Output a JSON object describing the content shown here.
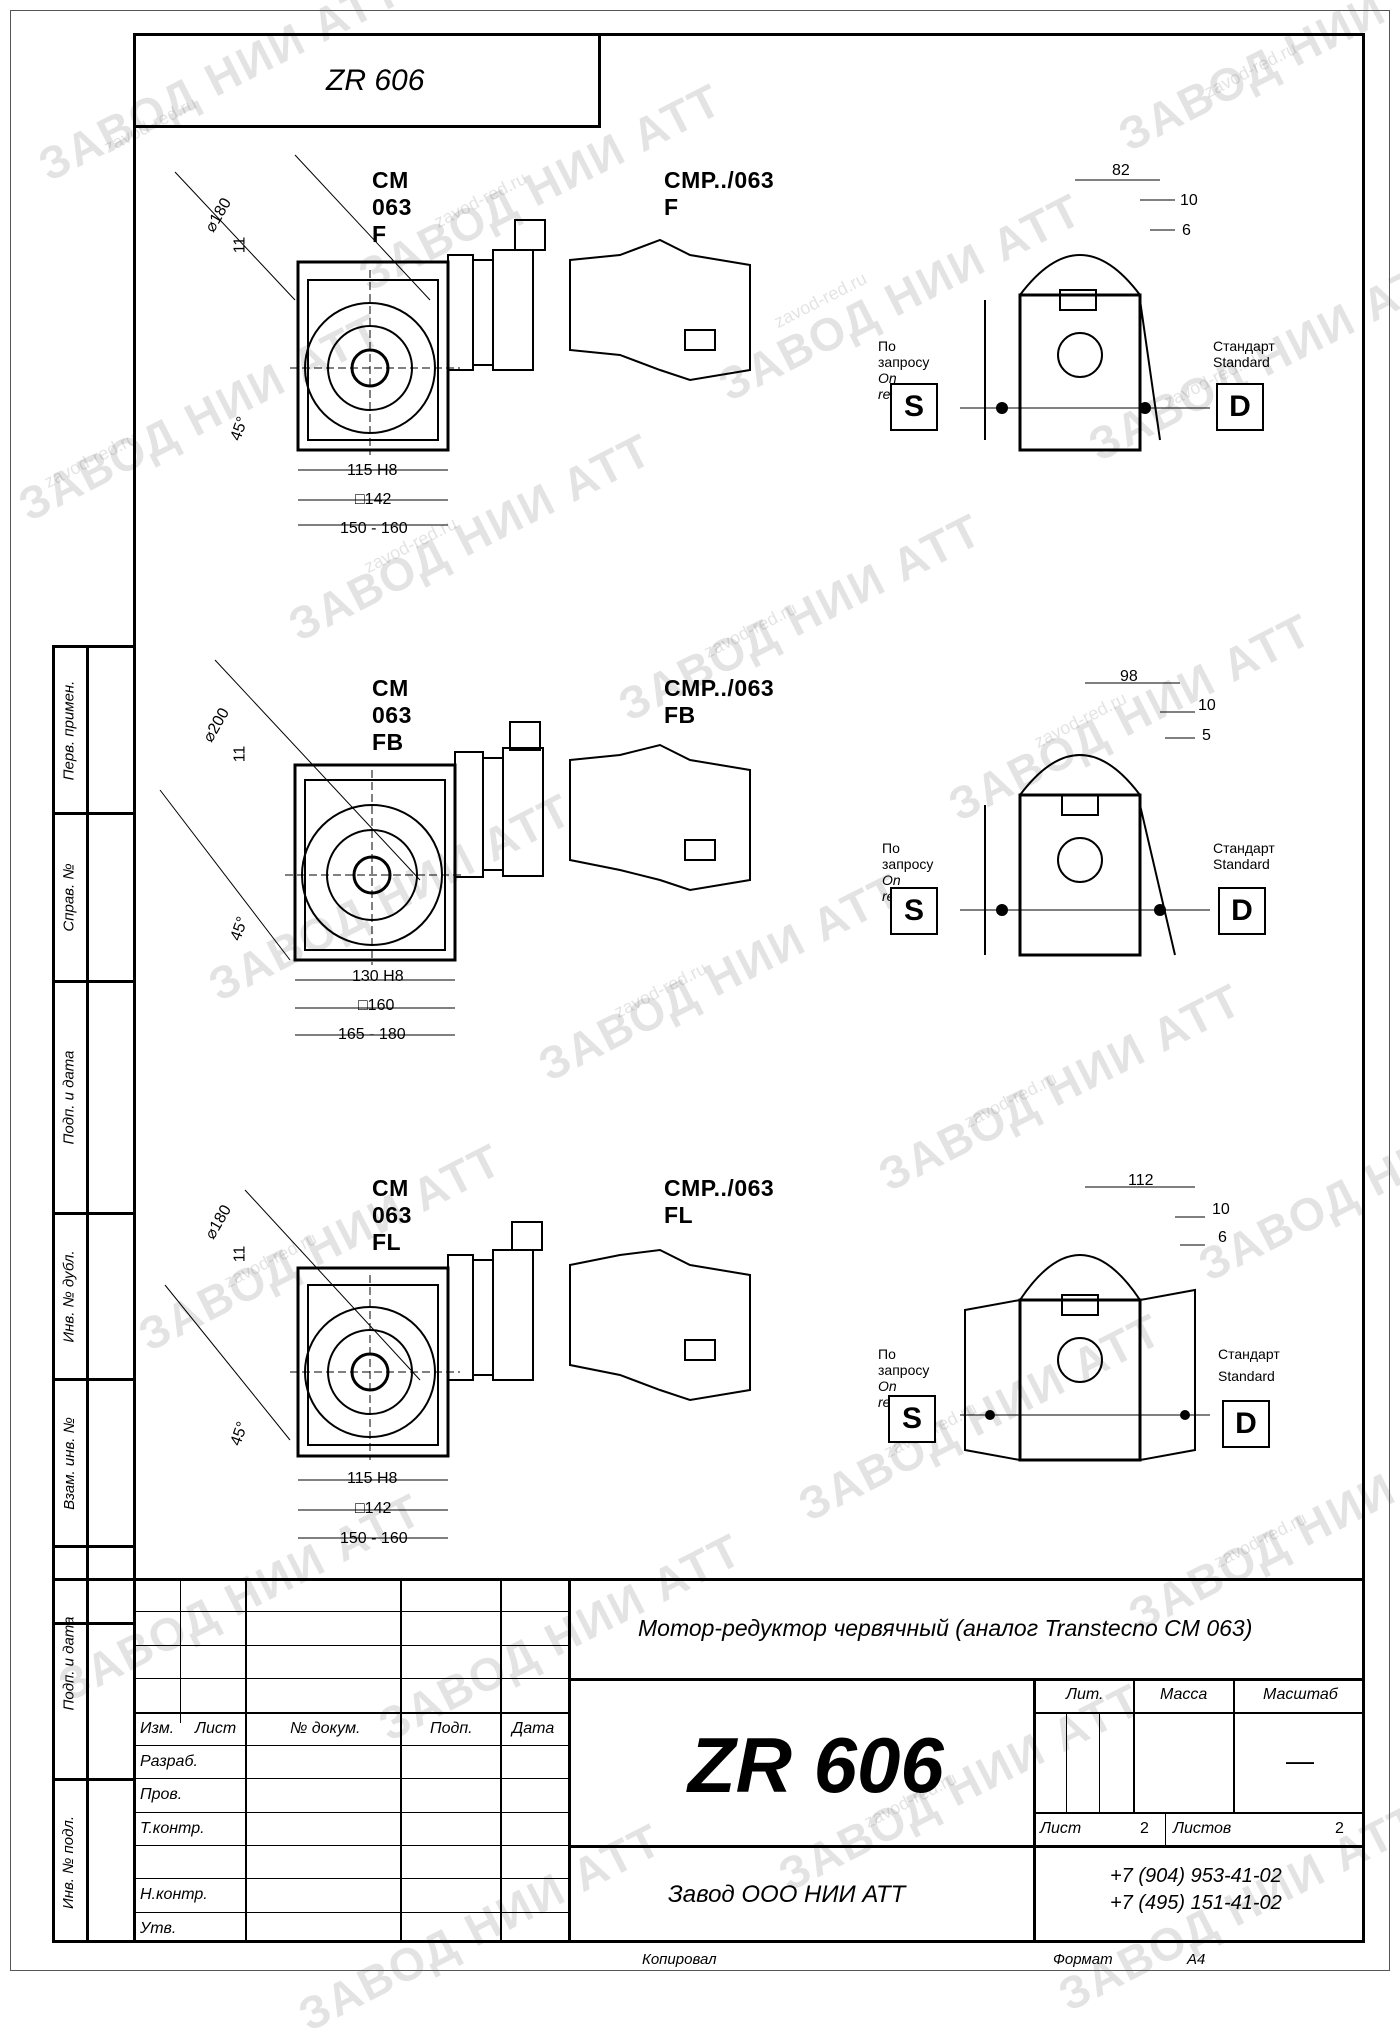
{
  "header": {
    "code": "ZR 606"
  },
  "side_labels": [
    "Перв. примен.",
    "Справ. №",
    "Подп. и дата",
    "Инв. № дубл.",
    "Взам. инв. №",
    "Подп. и дата",
    "Инв. № подл."
  ],
  "drawings": [
    {
      "title_left": "CM 063 F",
      "title_right": "CMP../063 F",
      "diameter": "⌀180",
      "offset": "11",
      "angle": "45°",
      "dim_bore": "115 H8",
      "dim_square": "□142",
      "dim_range": "150 - 160",
      "top_dim": "82",
      "dim_a": "10",
      "dim_b": "6"
    },
    {
      "title_left": "CM 063 FB",
      "title_right": "CMP../063 FB",
      "diameter": "⌀200",
      "offset": "11",
      "angle": "45°",
      "dim_bore": "130 H8",
      "dim_square": "□160",
      "dim_range": "165 - 180",
      "top_dim": "98",
      "dim_a": "10",
      "dim_b": "5"
    },
    {
      "title_left": "CM 063 FL",
      "title_right": "CMP../063 FL",
      "diameter": "⌀180",
      "offset": "11",
      "angle": "45°",
      "dim_bore": "115 H8",
      "dim_square": "□142",
      "dim_range": "150 - 160",
      "top_dim": "112",
      "dim_a": "10",
      "dim_b": "6"
    }
  ],
  "options": {
    "on_request_ru": "По запросу",
    "on_request_en": "On request",
    "standard_ru": "Стандарт",
    "standard_en": "Standard",
    "s_letter": "S",
    "d_letter": "D"
  },
  "title_block": {
    "col_izm": "Изм.",
    "col_list": "Лист",
    "col_doc": "№ докум.",
    "col_podp": "Подп.",
    "col_data": "Дата",
    "row_razrab": "Разраб.",
    "row_prov": "Пров.",
    "row_tkontr": "Т.контр.",
    "row_nkontr": "Н.контр.",
    "row_utv": "Утв.",
    "name": "Мотор-редуктор червячный (аналог Transtecno CM 063)",
    "code": "ZR 606",
    "lit": "Лит.",
    "massa": "Масса",
    "masshtab": "Масштаб",
    "scale_value": "—",
    "sheet_label": "Лист",
    "sheet_value": "2",
    "sheets_label": "Листов",
    "sheets_value": "2",
    "company": "Завод ООО НИИ АТТ",
    "phone1": "+7 (904) 953-41-02",
    "phone2": "+7 (495) 151-41-02"
  },
  "footer": {
    "copied": "Копировал",
    "format_label": "Формат",
    "format_value": "A4"
  },
  "watermark": {
    "main": "ЗАВОД НИИ АТТ",
    "site": "zavod-red.ru"
  }
}
